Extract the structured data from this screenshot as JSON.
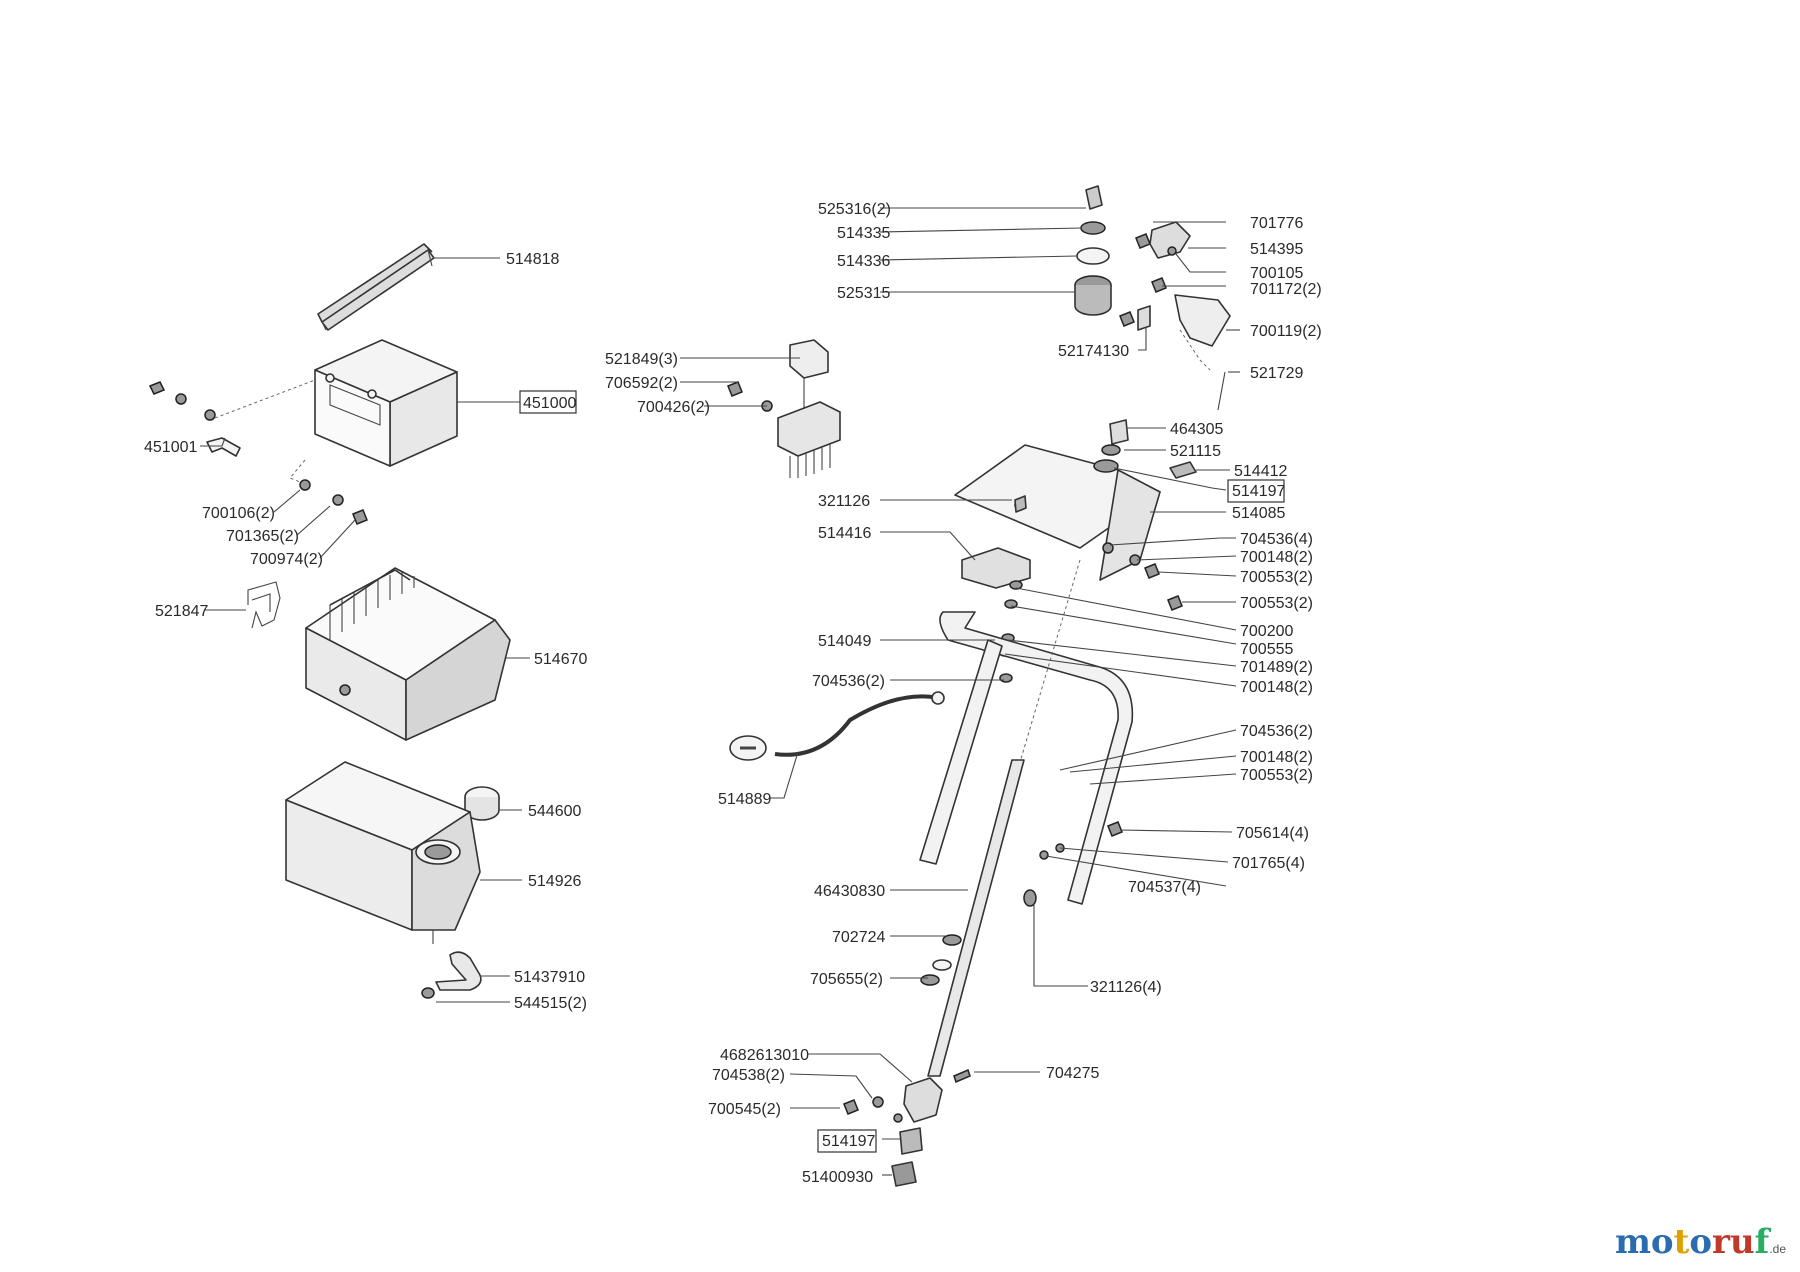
{
  "labels": {
    "l514818": "514818",
    "l451000": "451000",
    "l451001": "451001",
    "l700106": "700106(2)",
    "l701365": "701365(2)",
    "l700974": "700974(2)",
    "l521847": "521847",
    "l514670": "514670",
    "l544600": "544600",
    "l514926": "514926",
    "l51437910": "51437910",
    "l544515": "544515(2)",
    "l521849": "521849(3)",
    "l706592": "706592(2)",
    "l700426": "700426(2)",
    "l525316": "525316(2)",
    "l514335": "514335",
    "l514336": "514336",
    "l525315": "525315",
    "l52174130": "52174130",
    "l701776": "701776",
    "l514395": "514395",
    "l700105": "700105",
    "l701172": "701172(2)",
    "l700119": "700119(2)",
    "l521729": "521729",
    "l464305": "464305",
    "l521115": "521115",
    "l514412": "514412",
    "l514197a": "514197",
    "l514085": "514085",
    "l321126": "321126",
    "l514416": "514416",
    "l704536_4": "704536(4)",
    "l700148_a": "700148(2)",
    "l700553_a": "700553(2)",
    "l700553_b": "700553(2)",
    "l700200": "700200",
    "l700555": "700555",
    "l701489": "701489(2)",
    "l700148_b": "700148(2)",
    "l514049": "514049",
    "l704536_a": "704536(2)",
    "l514889": "514889",
    "l704536_b": "704536(2)",
    "l700148_c": "700148(2)",
    "l700553_c": "700553(2)",
    "l705614": "705614(4)",
    "l701765": "701765(4)",
    "l704537": "704537(4)",
    "l46430830": "46430830",
    "l702724": "702724",
    "l705655": "705655(2)",
    "l321126_4": "321126(4)",
    "l4682613010": "4682613010",
    "l704538": "704538(2)",
    "l704275": "704275",
    "l700545": "700545(2)",
    "l514197b": "514197",
    "l51400930": "51400930"
  },
  "brand": {
    "letters": [
      "m",
      "o",
      "t",
      "o",
      "r",
      "u",
      "f"
    ],
    "colors": [
      "#2b6cb0",
      "#2b6cb0",
      "#e0a000",
      "#2b6cb0",
      "#c0392b",
      "#c0392b",
      "#27ae60"
    ],
    "suffix": ".de"
  }
}
